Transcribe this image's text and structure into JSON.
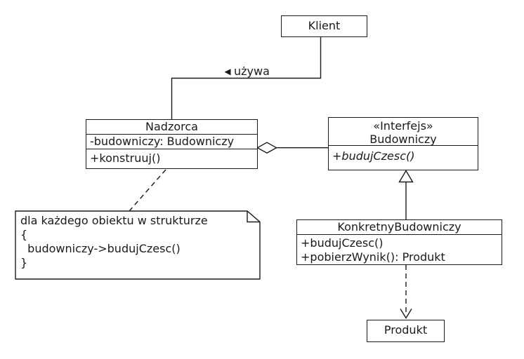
{
  "canvas": {
    "background": "#ffffff",
    "stroke_color": "#1a1a1a",
    "box_fill": "#ffffff"
  },
  "classes": {
    "klient": {
      "name": "Klient"
    },
    "nadzorca": {
      "name": "Nadzorca",
      "attributes": [
        "-budowniczy: Budowniczy"
      ],
      "methods": [
        "+konstruuj()"
      ]
    },
    "budowniczy": {
      "stereotype": "«Interfejs»",
      "name": "Budowniczy",
      "methods": [
        "+budujCzesc()"
      ]
    },
    "konkretnyBudowniczy": {
      "name": "KonkretnyBudowniczy",
      "methods": [
        "+budujCzesc()",
        "+pobierzWynik(): Produkt"
      ]
    },
    "produkt": {
      "name": "Produkt"
    }
  },
  "labels": {
    "uses": "używa"
  },
  "note": {
    "lines": [
      "dla każdego obiektu w strukturze",
      "{",
      "  budowniczy->budujCzesc()",
      "}"
    ]
  }
}
